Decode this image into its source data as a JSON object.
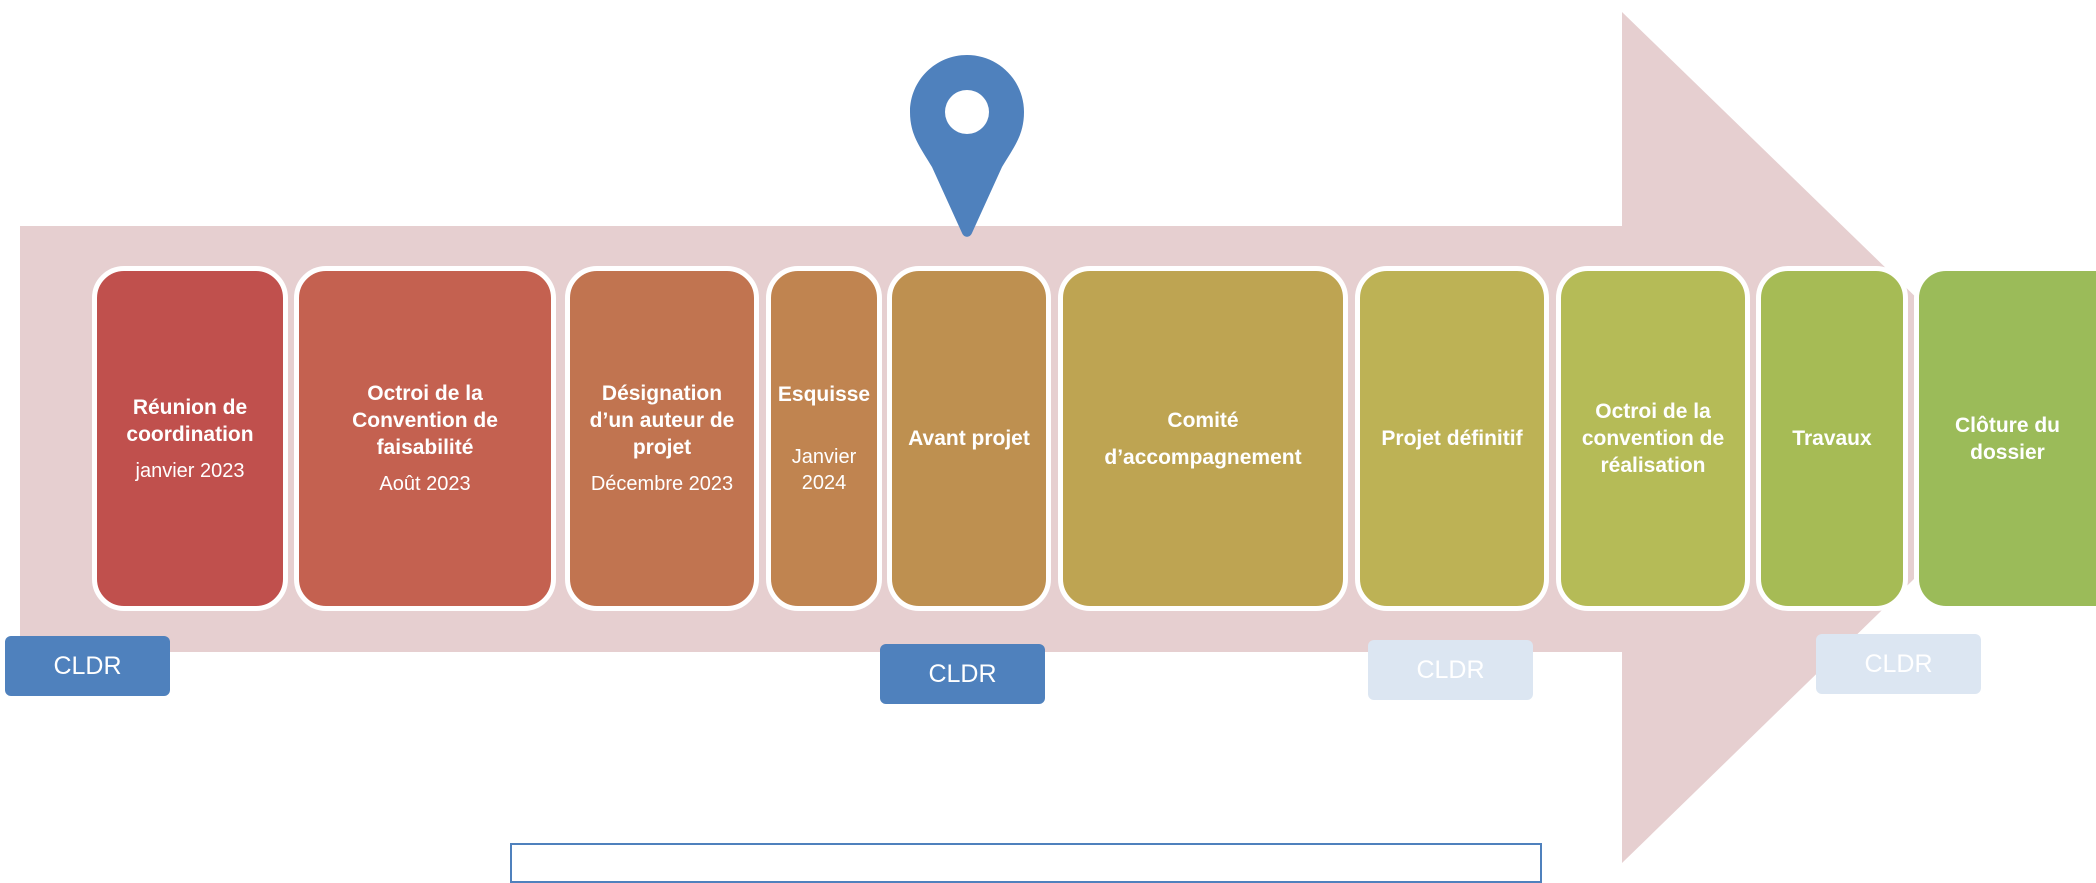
{
  "colors": {
    "arrow": "#e6cfd0",
    "marker": "#4f81bd",
    "tag_active": "#4f81bd",
    "tag_faded": "#dce6f2"
  },
  "marker_icon": "location-pin",
  "steps": [
    {
      "title": "Réunion de coordination",
      "date": "janvier 2023",
      "color": "#c0504d"
    },
    {
      "title": "Octroi de la Convention de faisabilité",
      "date": "Août 2023",
      "color": "#c46150"
    },
    {
      "title": "Désignation d’un auteur de projet",
      "date": "Décembre 2023",
      "color": "#c17450"
    },
    {
      "title": "Esquisse",
      "date": "Janvier 2024",
      "color": "#c08450"
    },
    {
      "title": "Avant projet",
      "date": "",
      "color": "#be9050"
    },
    {
      "title": "Comité d’accompagnement",
      "date": "",
      "color": "#bea452"
    },
    {
      "title": "Projet définitif",
      "date": "",
      "color": "#bdb255"
    },
    {
      "title": "Octroi de la convention de réalisation",
      "date": "",
      "color": "#b5bb57"
    },
    {
      "title": "Travaux",
      "date": "",
      "color": "#a6bb55"
    },
    {
      "title": "Clôture du dossier",
      "date": "",
      "color": "#9bbb59"
    }
  ],
  "tags": [
    {
      "label": "CLDR",
      "state": "active"
    },
    {
      "label": "CLDR",
      "state": "active"
    },
    {
      "label": "CLDR",
      "state": "faded"
    },
    {
      "label": "CLDR",
      "state": "faded"
    }
  ]
}
